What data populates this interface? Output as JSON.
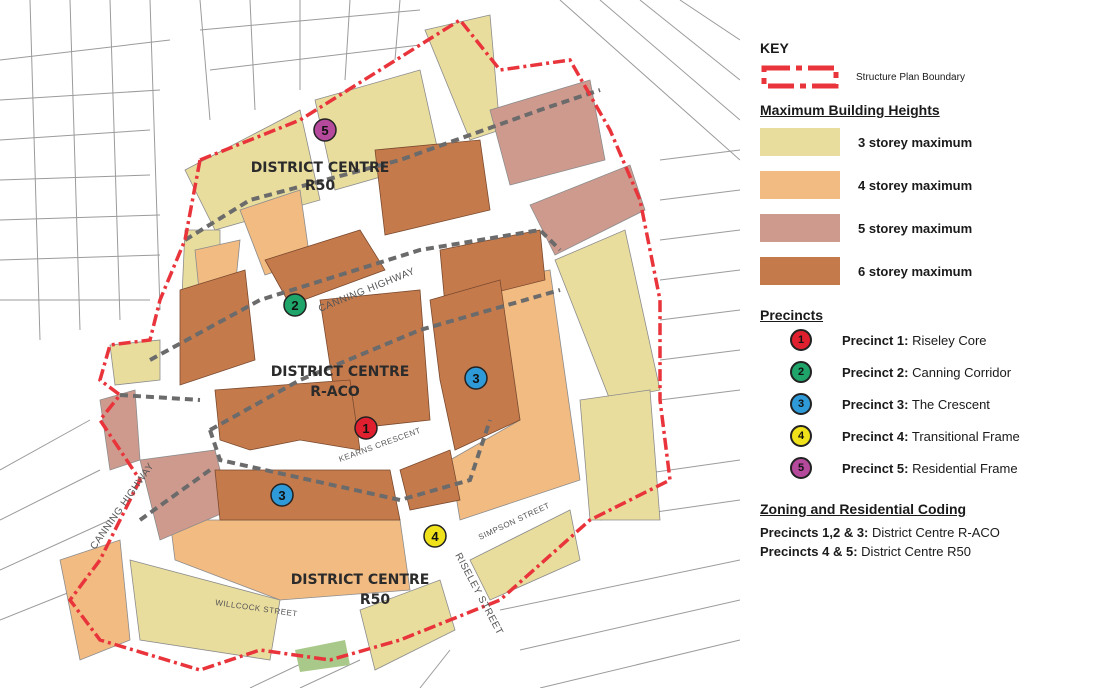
{
  "map": {
    "labels": {
      "district_centre_r50_north": "DISTRICT CENTRE",
      "district_centre_r50_north_code": "R50",
      "district_centre_raco": "DISTRICT CENTRE",
      "district_centre_raco_code": "R-ACO",
      "district_centre_r50_south": "DISTRICT CENTRE",
      "district_centre_r50_south_code": "R50"
    },
    "streets": {
      "canning_highway_north": "CANNING HIGHWAY",
      "canning_highway_west": "CANNING HIGHWAY",
      "kearns_crescent": "KEARNS CRESCENT",
      "simpson_street": "SIMPSON STREET",
      "willcock_street": "WILLCOCK STREET",
      "riseley_street": "RISELEY STREET"
    },
    "markers": [
      {
        "num": "5"
      },
      {
        "num": "2"
      },
      {
        "num": "3"
      },
      {
        "num": "1"
      },
      {
        "num": "3"
      },
      {
        "num": "4"
      }
    ]
  },
  "key": {
    "title": "KEY",
    "boundary_label": "Structure Plan Boundary",
    "heights_heading": "Maximum Building Heights",
    "heights": [
      {
        "label": "3 storey maximum",
        "color": "#e9dd9e"
      },
      {
        "label": "4 storey maximum",
        "color": "#f1bb82"
      },
      {
        "label": "5 storey maximum",
        "color": "#cf9a8e"
      },
      {
        "label": "6 storey maximum",
        "color": "#c57a4c"
      }
    ],
    "precincts_heading": "Precincts",
    "precincts": [
      {
        "num": "1",
        "label_prefix": "Precinct 1:",
        "label": "Riseley Core",
        "color": "#e0202e"
      },
      {
        "num": "2",
        "label_prefix": "Precinct 2:",
        "label": "Canning Corridor",
        "color": "#1fa46a"
      },
      {
        "num": "3",
        "label_prefix": "Precinct 3:",
        "label": "The Crescent",
        "color": "#2f9ad8"
      },
      {
        "num": "4",
        "label_prefix": "Precinct 4:",
        "label": "Transitional Frame",
        "color": "#f0e21a"
      },
      {
        "num": "5",
        "label_prefix": "Precinct 5:",
        "label": "Residential Frame",
        "color": "#b54a9c"
      }
    ],
    "zoning_heading": "Zoning and Residential Coding",
    "zoning": [
      {
        "prefix": "Precincts 1,2 & 3:",
        "label": "District Centre R-ACO"
      },
      {
        "prefix": "Precincts 4 & 5:",
        "label": "District Centre R50"
      }
    ]
  },
  "colors": {
    "boundary": "#e8343a",
    "road": "#ffffff",
    "street_grid": "#9b9b9b",
    "precinct_dash": "#6b6b6b",
    "reserve": "#a9c98a"
  }
}
